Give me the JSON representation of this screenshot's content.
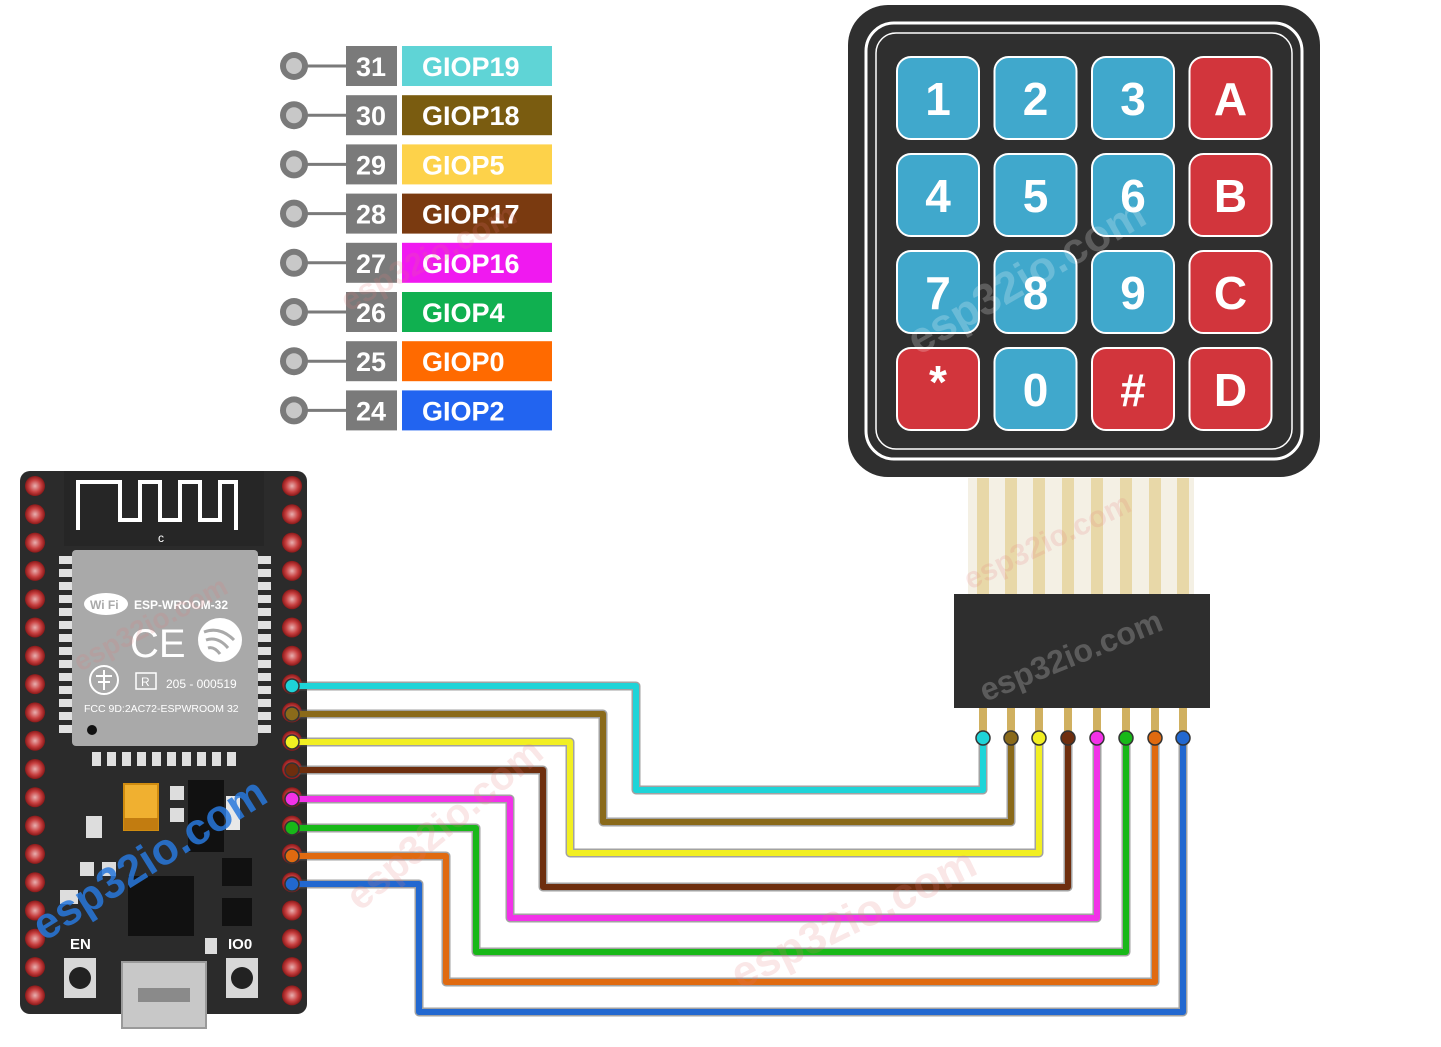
{
  "pins": [
    {
      "num": "31",
      "gpio": "GIOP19",
      "color": "#5fd4d6",
      "wire": "#1ed4d8"
    },
    {
      "num": "30",
      "gpio": "GIOP18",
      "color": "#7a5c10",
      "wire": "#8a6a1a"
    },
    {
      "num": "29",
      "gpio": "GIOP5",
      "color": "#fdd24a",
      "wire": "#f2ef22"
    },
    {
      "num": "28",
      "gpio": "GIOP17",
      "color": "#7a3a10",
      "wire": "#6e2e0e"
    },
    {
      "num": "27",
      "gpio": "GIOP16",
      "color": "#f019f0",
      "wire": "#f232e8"
    },
    {
      "num": "26",
      "gpio": "GIOP4",
      "color": "#10b050",
      "wire": "#18b818"
    },
    {
      "num": "25",
      "gpio": "GIOP0",
      "color": "#ff6a00",
      "wire": "#e06a10"
    },
    {
      "num": "24",
      "gpio": "GIOP2",
      "color": "#2264f0",
      "wire": "#2268d0"
    }
  ],
  "keypad": {
    "keys": [
      [
        "1",
        "2",
        "3",
        "A"
      ],
      [
        "4",
        "5",
        "6",
        "B"
      ],
      [
        "7",
        "8",
        "9",
        "C"
      ],
      [
        "*",
        "0",
        "#",
        "D"
      ]
    ],
    "digit_color": "#40a8cc",
    "letter_color": "#d2353c"
  },
  "module": {
    "chip_name": "ESP-WROOM-32",
    "wifi_badge": "Wi Fi",
    "cert_mark": "205 - 000519",
    "r_mark": "R",
    "ce_mark": "CE",
    "antenna_mark": "c",
    "fcc_id": "FCC 9D:2AC72-ESPWROOM 32"
  },
  "board": {
    "en_label": "EN",
    "io0_label": "IO0"
  },
  "watermark": "esp32io.com"
}
